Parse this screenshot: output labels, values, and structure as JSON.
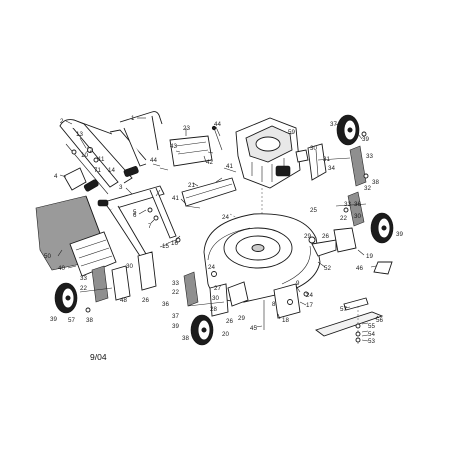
{
  "diagram": {
    "date_code": "9/04",
    "callouts": [
      {
        "id": "c1",
        "text": "1"
      },
      {
        "id": "c2",
        "text": "2"
      },
      {
        "id": "c3",
        "text": "3"
      },
      {
        "id": "c4",
        "text": "4"
      },
      {
        "id": "c5",
        "text": "5"
      },
      {
        "id": "c6",
        "text": "6"
      },
      {
        "id": "c7",
        "text": "7"
      },
      {
        "id": "c10",
        "text": "10"
      },
      {
        "id": "c11",
        "text": "11"
      },
      {
        "id": "c12",
        "text": "12"
      },
      {
        "id": "c13",
        "text": "13"
      },
      {
        "id": "c14",
        "text": "14"
      },
      {
        "id": "c15",
        "text": "15"
      },
      {
        "id": "c16",
        "text": "16"
      },
      {
        "id": "c21",
        "text": "21"
      },
      {
        "id": "c23",
        "text": "23"
      },
      {
        "id": "c41a",
        "text": "41"
      },
      {
        "id": "c41b",
        "text": "41"
      },
      {
        "id": "c42",
        "text": "42"
      },
      {
        "id": "c43",
        "text": "43"
      },
      {
        "id": "c44a",
        "text": "44"
      },
      {
        "id": "c44b",
        "text": "44"
      },
      {
        "id": "c50",
        "text": "50"
      },
      {
        "id": "c71",
        "text": "71"
      },
      {
        "id": "c59",
        "text": "59"
      },
      {
        "id": "c37a",
        "text": "37"
      },
      {
        "id": "c39a",
        "text": "39"
      },
      {
        "id": "c30a",
        "text": "30"
      },
      {
        "id": "c31",
        "text": "31"
      },
      {
        "id": "c34",
        "text": "34"
      },
      {
        "id": "c33a",
        "text": "33"
      },
      {
        "id": "c32",
        "text": "32"
      },
      {
        "id": "c38a",
        "text": "38"
      },
      {
        "id": "c25",
        "text": "25"
      },
      {
        "id": "c33b",
        "text": "33"
      },
      {
        "id": "c36a",
        "text": "36"
      },
      {
        "id": "c22a",
        "text": "22"
      },
      {
        "id": "c30b",
        "text": "30"
      },
      {
        "id": "c39b",
        "text": "39"
      },
      {
        "id": "c29a",
        "text": "29"
      },
      {
        "id": "c26a",
        "text": "26"
      },
      {
        "id": "c19",
        "text": "19"
      },
      {
        "id": "c24a",
        "text": "24"
      },
      {
        "id": "c52",
        "text": "52"
      },
      {
        "id": "c46",
        "text": "46"
      },
      {
        "id": "c40",
        "text": "40"
      },
      {
        "id": "c33c",
        "text": "33"
      },
      {
        "id": "c22b",
        "text": "22"
      },
      {
        "id": "c30c",
        "text": "30"
      },
      {
        "id": "c48",
        "text": "48"
      },
      {
        "id": "c26b",
        "text": "26"
      },
      {
        "id": "c39c",
        "text": "39"
      },
      {
        "id": "c57a",
        "text": "57"
      },
      {
        "id": "c38b",
        "text": "38"
      },
      {
        "id": "c24b",
        "text": "24"
      },
      {
        "id": "c27",
        "text": "27"
      },
      {
        "id": "c30d",
        "text": "30"
      },
      {
        "id": "c28",
        "text": "28"
      },
      {
        "id": "c33d",
        "text": "33"
      },
      {
        "id": "c22c",
        "text": "22"
      },
      {
        "id": "c36b",
        "text": "36"
      },
      {
        "id": "c37b",
        "text": "37"
      },
      {
        "id": "c39d",
        "text": "39"
      },
      {
        "id": "c38c",
        "text": "38"
      },
      {
        "id": "c20",
        "text": "20"
      },
      {
        "id": "c29b",
        "text": "29"
      },
      {
        "id": "c26c",
        "text": "26"
      },
      {
        "id": "c45",
        "text": "45"
      },
      {
        "id": "c18",
        "text": "18"
      },
      {
        "id": "c17",
        "text": "17"
      },
      {
        "id": "c24c",
        "text": "24"
      },
      {
        "id": "c9",
        "text": "9"
      },
      {
        "id": "c8",
        "text": "8"
      },
      {
        "id": "c57b",
        "text": "57"
      },
      {
        "id": "c56",
        "text": "56"
      },
      {
        "id": "c55",
        "text": "55"
      },
      {
        "id": "c54",
        "text": "54"
      },
      {
        "id": "c53",
        "text": "53"
      }
    ]
  }
}
